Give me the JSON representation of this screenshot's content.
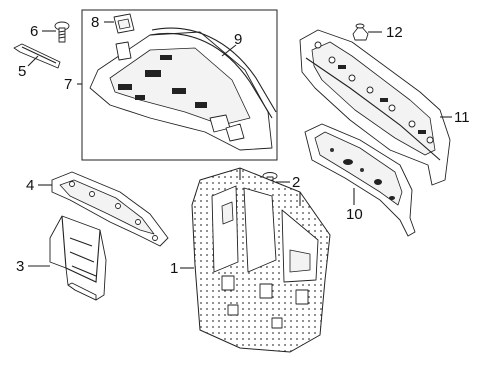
{
  "diagram": {
    "callouts": [
      {
        "id": "callout-1",
        "text": "1"
      },
      {
        "id": "callout-2",
        "text": "2"
      },
      {
        "id": "callout-3",
        "text": "3"
      },
      {
        "id": "callout-4",
        "text": "4"
      },
      {
        "id": "callout-5",
        "text": "5"
      },
      {
        "id": "callout-6",
        "text": "6"
      },
      {
        "id": "callout-7",
        "text": "7"
      },
      {
        "id": "callout-8",
        "text": "8"
      },
      {
        "id": "callout-9",
        "text": "9"
      },
      {
        "id": "callout-10",
        "text": "10"
      },
      {
        "id": "callout-11",
        "text": "11"
      },
      {
        "id": "callout-12",
        "text": "12"
      }
    ],
    "line_color": "#222222",
    "background": "#ffffff"
  }
}
